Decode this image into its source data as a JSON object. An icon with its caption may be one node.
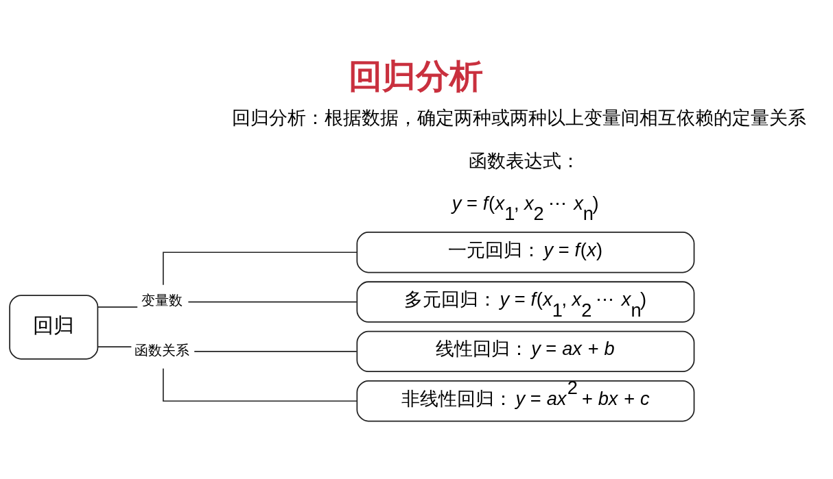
{
  "diagram": {
    "title": "回归分析",
    "nodes": [
      {
        "text": [
          "回归"
        ]
      },
      {
        "text": [
          "变量数"
        ]
      },
      {
        "text": [
          "函数关系"
        ]
      },
      {
        "text": [
          "一元回归：*y* = *f*(*x*)"
        ]
      },
      {
        "text": [
          "多元回归：*y* = *f*(*x*$_{1}$, *x*$_{2}$ ⋯ *x*$_{n}$)"
        ]
      },
      {
        "text": [
          "线性回归：*y* = *ax* + *b*"
        ]
      },
      {
        "text": [
          "非线性回归：*y* = *ax*$^{2}$ + *bx* + *c*"
        ]
      }
    ],
    "edges": [
      {
        "from": 0,
        "to": 1,
        "arrow": "none"
      },
      {
        "from": 0,
        "to": 2,
        "arrow": "none"
      },
      {
        "from": 1,
        "to": 3,
        "arrow": "none"
      },
      {
        "from": 1,
        "to": 4,
        "arrow": "none"
      },
      {
        "from": 2,
        "to": 5,
        "arrow": "none"
      },
      {
        "from": 2,
        "to": 6,
        "arrow": "none"
      }
    ],
    "labels": [
      "回归分析：根据数据，确定两种或两种以上变量间相互依赖的定量关系",
      "函数表达式：",
      "*y* = *f*(*x*$_{1}$, *x*$_{2}$ ⋯ *x*$_{n}$)"
    ]
  }
}
